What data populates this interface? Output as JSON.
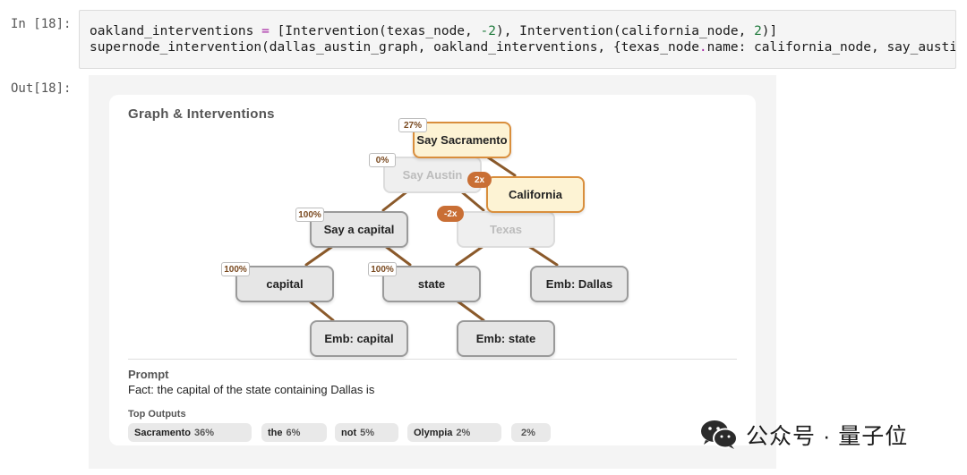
{
  "cell_in": {
    "label": "In [18]:"
  },
  "cell_out": {
    "label": "Out[18]:"
  },
  "code": {
    "line1": {
      "t1": "oakland_interventions ",
      "t2": "=",
      "t3": " [Intervention(texas_node, ",
      "t4": "-2",
      "t5": "), Intervention(california_node, ",
      "t6": "2",
      "t7": ")]"
    },
    "line2": {
      "t1": "supernode_intervention(dallas_austin_graph, oakland_interventions, {texas_node",
      "t2": ".",
      "t3": "name: california_node, say_austin_"
    }
  },
  "graph": {
    "title": "Graph & Interventions",
    "nodes": {
      "say_sacramento": {
        "label": "Say Sacramento",
        "badge": "27%"
      },
      "say_austin": {
        "label": "Say Austin",
        "badge": "0%"
      },
      "california": {
        "label": "California",
        "pill": "2x"
      },
      "texas": {
        "label": "Texas",
        "pill": "-2x"
      },
      "say_capital": {
        "label": "Say a capital",
        "badge": "100%"
      },
      "capital": {
        "label": "capital",
        "badge": "100%"
      },
      "state": {
        "label": "state",
        "badge": "100%"
      },
      "emb_dallas": {
        "label": "Emb: Dallas"
      },
      "emb_capital": {
        "label": "Emb: capital"
      },
      "emb_state": {
        "label": "Emb: state"
      }
    },
    "colors": {
      "edge": "#8b5a2b",
      "active_border": "#d98e3c",
      "pill": "#c96f35"
    }
  },
  "prompt": {
    "heading": "Prompt",
    "text": "Fact: the capital of the state containing Dallas is"
  },
  "top_outputs": {
    "heading": "Top Outputs",
    "items": [
      {
        "token": "Sacramento",
        "pct": "36%"
      },
      {
        "token": "the",
        "pct": "6%"
      },
      {
        "token": "not",
        "pct": "5%"
      },
      {
        "token": "Olympia",
        "pct": "2%"
      },
      {
        "token": "",
        "pct": "2%"
      }
    ]
  },
  "watermark": {
    "icon": "wechat-icon",
    "text": "公众号 · 量子位"
  }
}
